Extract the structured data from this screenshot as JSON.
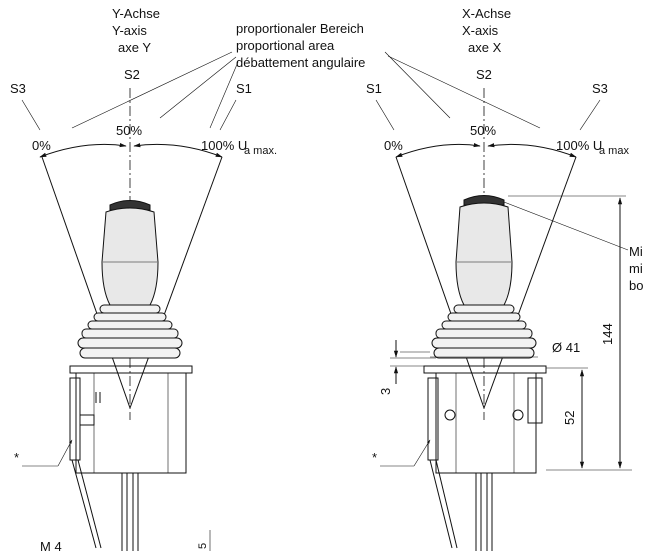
{
  "diagram": {
    "center_labels": {
      "line1": "proportionaler Bereich",
      "line2": "proportional area",
      "line3": "débattement angulaire"
    },
    "left": {
      "axis": [
        "Y-Achse",
        "Y-axis",
        "axe Y"
      ],
      "s1": "S1",
      "s2": "S2",
      "s3": "S3",
      "pct0": "0%",
      "pct50": "50%",
      "pct100": "100% U",
      "ua_sub": "a max.",
      "star": "*",
      "m4": "M 4",
      "dim_partial": "5"
    },
    "right": {
      "axis": [
        "X-Achse",
        "X-axis",
        "axe X"
      ],
      "s1": "S1",
      "s2": "S2",
      "s3": "S3",
      "pct0": "0%",
      "pct50": "50%",
      "pct100": "100% U",
      "ua_sub": "a max",
      "star": "*",
      "mi_lines": [
        "Mi",
        "mi",
        "bo"
      ],
      "dim_144": "144",
      "dim_52": "52",
      "dim_3": "3",
      "dim_d41": "Ø 41"
    }
  }
}
